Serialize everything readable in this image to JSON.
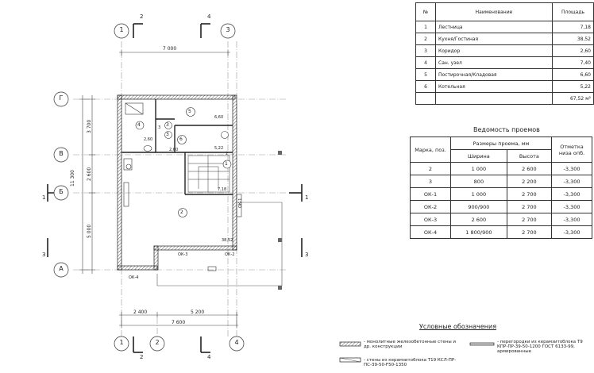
{
  "plan": {
    "axes_top": [
      "1",
      "3"
    ],
    "axes_bottom": [
      "1",
      "2",
      "4"
    ],
    "axes_left": [
      "Г",
      "В",
      "Б",
      "А"
    ],
    "section_marks_top": [
      "2",
      "4"
    ],
    "section_marks_bottom": [
      "2",
      "4"
    ],
    "section_marks_side": [
      "1",
      "1",
      "3",
      "3"
    ],
    "dim_top_total": "7 000",
    "dim_bottom_parts": [
      "2 400",
      "5 200"
    ],
    "dim_bottom_total": "7 600",
    "dim_left_total": "11 300",
    "dim_left_parts": [
      "3 700",
      "2 600",
      "5 000"
    ],
    "room_markers": [
      "1",
      "2",
      "3",
      "3",
      "4",
      "5",
      "6"
    ],
    "area_labels": [
      "6,60",
      "2,60",
      "2,60",
      "5,22",
      "7,18",
      "38,52"
    ],
    "opening_labels": [
      "ОК-1",
      "ОК-2",
      "ОК-3",
      "ОК-4"
    ],
    "misc_labels": [
      "2",
      "3"
    ]
  },
  "rooms_table": {
    "headers": [
      "№",
      "Наименование",
      "Площадь"
    ],
    "rows": [
      [
        "1",
        "Лестница",
        "7,18"
      ],
      [
        "2",
        "Кухня/Гостиная",
        "38,52"
      ],
      [
        "3",
        "Коридор",
        "2,60"
      ],
      [
        "4",
        "Сан. узел",
        "7,40"
      ],
      [
        "5",
        "Постирочная/Кладовая",
        "6,60"
      ],
      [
        "6",
        "Котельная",
        "5,22"
      ]
    ],
    "total": "67,52 м²"
  },
  "openings": {
    "title": "Ведомость проемов",
    "h_mark": "Марка, поз.",
    "h_size": "Размеры проема, мм",
    "h_width": "Ширина",
    "h_height": "Высота",
    "h_level": "Отметка низа опб.",
    "rows": [
      [
        "2",
        "1 000",
        "2 600",
        "-3,300"
      ],
      [
        "3",
        "800",
        "2 200",
        "-3,300"
      ],
      [
        "ОК-1",
        "1 000",
        "2 700",
        "-3,300"
      ],
      [
        "ОК-2",
        "900/900",
        "2 700",
        "-3,300"
      ],
      [
        "ОК-3",
        "2 600",
        "2 700",
        "-3,300"
      ],
      [
        "ОК-4",
        "1 800/900",
        "2 700",
        "-3,300"
      ]
    ]
  },
  "legend": {
    "title": "Условные обозначения",
    "item1": "- монолитные железобетонные стены и др. конструкции",
    "item2": "- стены из керамзитоблока Т19 КСЛ-ПР-ПС-39-50-F50-1350",
    "item3": "- перегородки из керамзитоблока Т9 КПР-ПР-39-50-1200 ГОСТ 6133-99, армированные"
  }
}
